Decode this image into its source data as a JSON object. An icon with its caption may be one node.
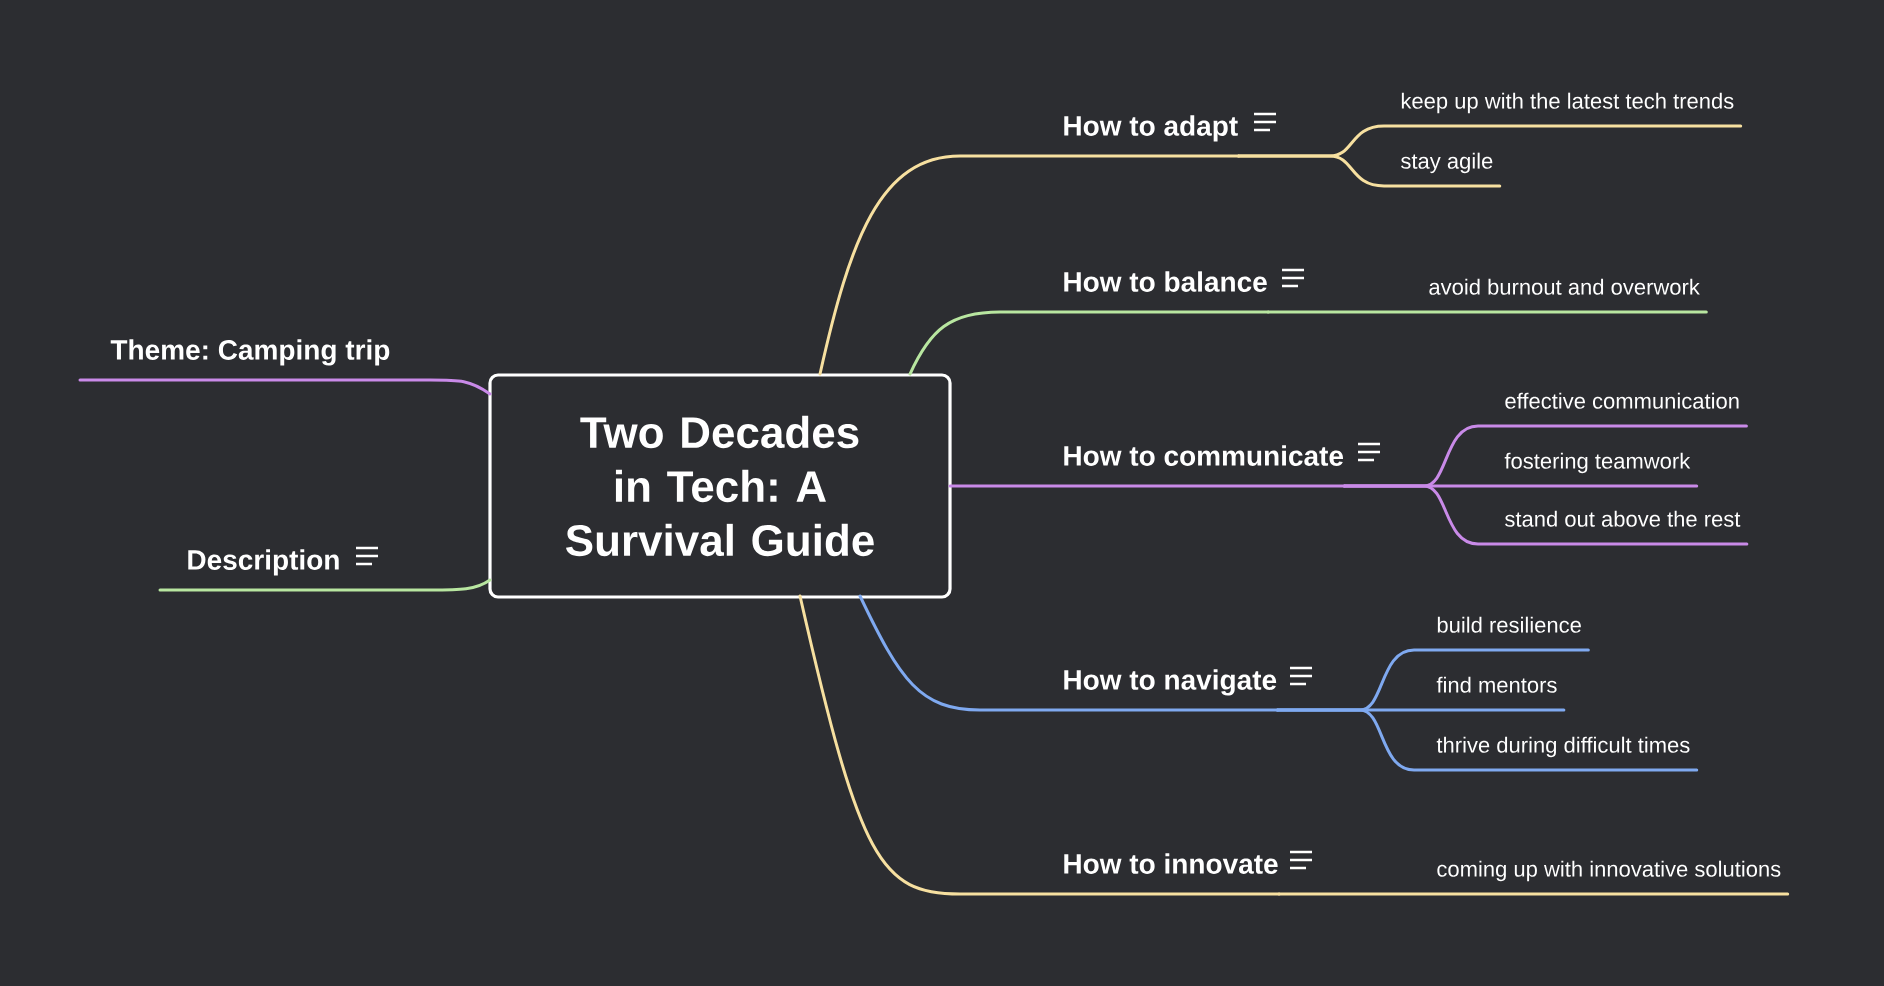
{
  "diagram": {
    "nodes": [
      {
        "text": [
          "Two Decades in Tech: A Survival Guide"
        ]
      },
      {
        "text": [
          "Theme: Camping trip"
        ]
      },
      {
        "text": [
          "Description"
        ]
      },
      {
        "text": [
          "How to adapt"
        ]
      },
      {
        "text": [
          "keep up with the latest tech trends"
        ]
      },
      {
        "text": [
          "stay agile"
        ]
      },
      {
        "text": [
          "How to balance"
        ]
      },
      {
        "text": [
          "avoid burnout and overwork"
        ]
      },
      {
        "text": [
          "How to communicate"
        ]
      },
      {
        "text": [
          "effective communication"
        ]
      },
      {
        "text": [
          "fostering teamwork"
        ]
      },
      {
        "text": [
          "stand out above the rest"
        ]
      },
      {
        "text": [
          "How to navigate"
        ]
      },
      {
        "text": [
          "build resilience"
        ]
      },
      {
        "text": [
          "find mentors"
        ]
      },
      {
        "text": [
          "thrive during difficult times"
        ]
      },
      {
        "text": [
          "How to innovate"
        ]
      },
      {
        "text": [
          "coming up with innovative solutions"
        ]
      }
    ],
    "edges": [
      {
        "from": 0,
        "to": 1,
        "arrow": "none",
        "color": "#c98ae8"
      },
      {
        "from": 0,
        "to": 2,
        "arrow": "none",
        "color": "#b8e6a0"
      },
      {
        "from": 0,
        "to": 3,
        "arrow": "none",
        "color": "#f7e0a0"
      },
      {
        "from": 3,
        "to": 4,
        "arrow": "none",
        "color": "#f7e0a0"
      },
      {
        "from": 3,
        "to": 5,
        "arrow": "none",
        "color": "#f7e0a0"
      },
      {
        "from": 0,
        "to": 6,
        "arrow": "none",
        "color": "#b8e6a0"
      },
      {
        "from": 6,
        "to": 7,
        "arrow": "none",
        "color": "#b8e6a0"
      },
      {
        "from": 0,
        "to": 8,
        "arrow": "none",
        "color": "#c98ae8"
      },
      {
        "from": 8,
        "to": 9,
        "arrow": "none",
        "color": "#c98ae8"
      },
      {
        "from": 8,
        "to": 10,
        "arrow": "none",
        "color": "#c98ae8"
      },
      {
        "from": 8,
        "to": 11,
        "arrow": "none",
        "color": "#c98ae8"
      },
      {
        "from": 0,
        "to": 12,
        "arrow": "none",
        "color": "#7fa9f0"
      },
      {
        "from": 12,
        "to": 13,
        "arrow": "none",
        "color": "#7fa9f0"
      },
      {
        "from": 12,
        "to": 14,
        "arrow": "none",
        "color": "#7fa9f0"
      },
      {
        "from": 12,
        "to": 15,
        "arrow": "none",
        "color": "#7fa9f0"
      },
      {
        "from": 0,
        "to": 16,
        "arrow": "none",
        "color": "#f7e0a0"
      },
      {
        "from": 16,
        "to": 17,
        "arrow": "none",
        "color": "#f7e0a0"
      }
    ]
  }
}
